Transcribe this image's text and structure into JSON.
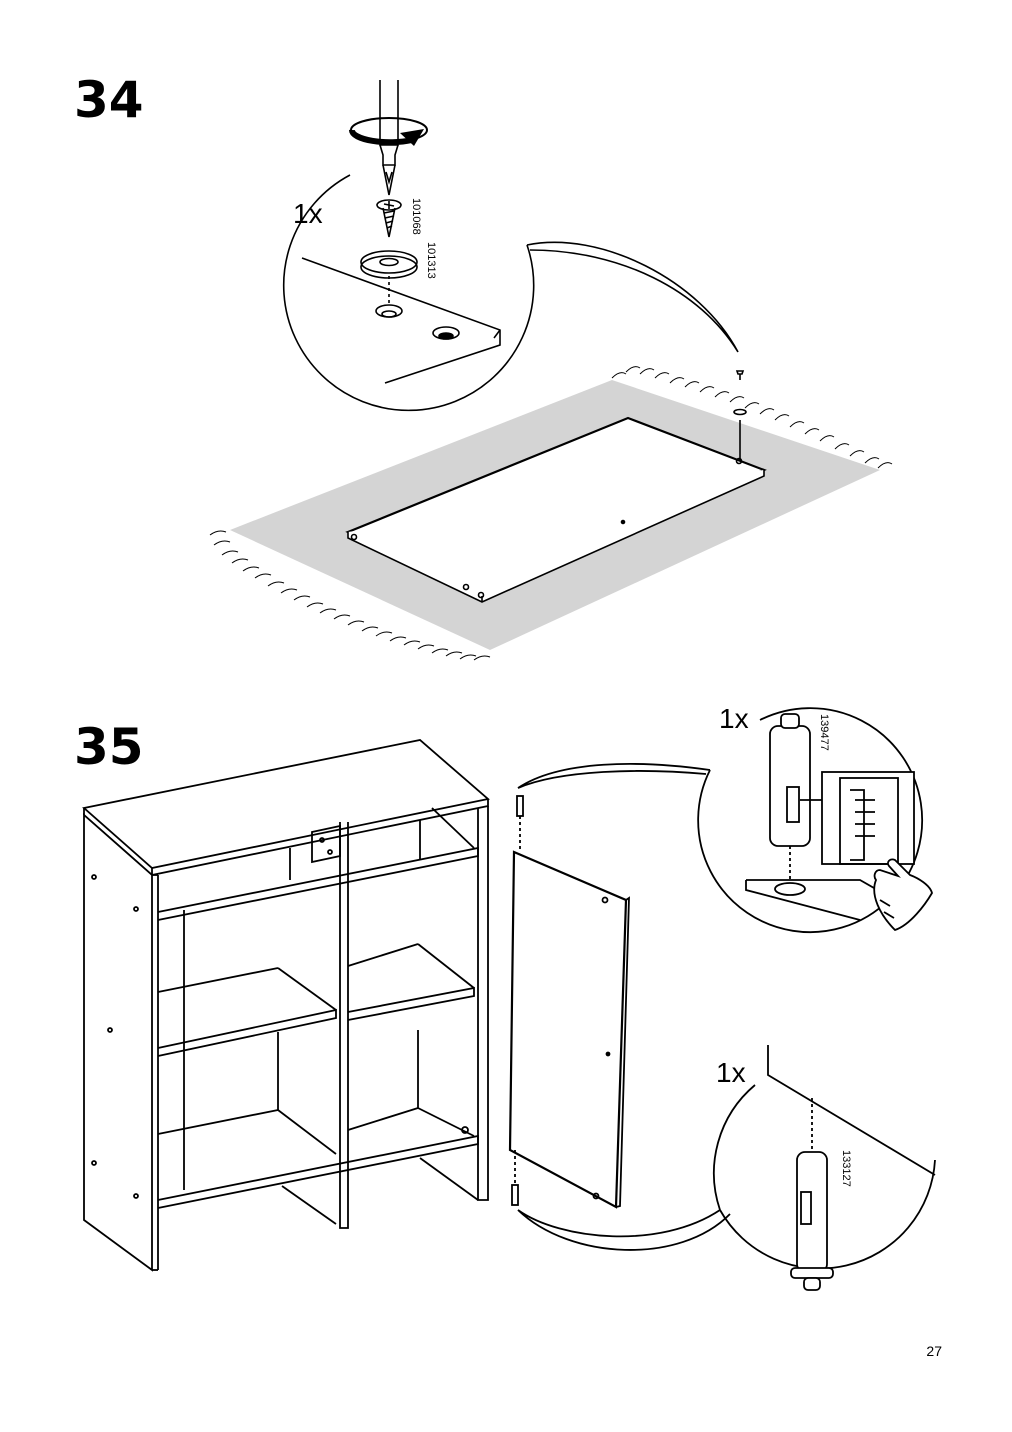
{
  "steps": [
    {
      "number": "34",
      "callouts": [
        {
          "quantity": "1x",
          "part_numbers": [
            "101068",
            "101313"
          ]
        }
      ]
    },
    {
      "number": "35",
      "callouts": [
        {
          "quantity": "1x",
          "part_numbers": [
            "139477"
          ]
        },
        {
          "quantity": "1x",
          "part_numbers": [
            "133127"
          ]
        }
      ]
    }
  ],
  "page_number": "27",
  "colors": {
    "rug": "#d4d4d4",
    "line": "#000000",
    "background": "#ffffff"
  },
  "icons": [
    "screwdriver-icon",
    "rotation-arrow-icon",
    "screw-icon",
    "washer-icon",
    "hand-press-icon",
    "pin-icon",
    "dowel-icon"
  ]
}
